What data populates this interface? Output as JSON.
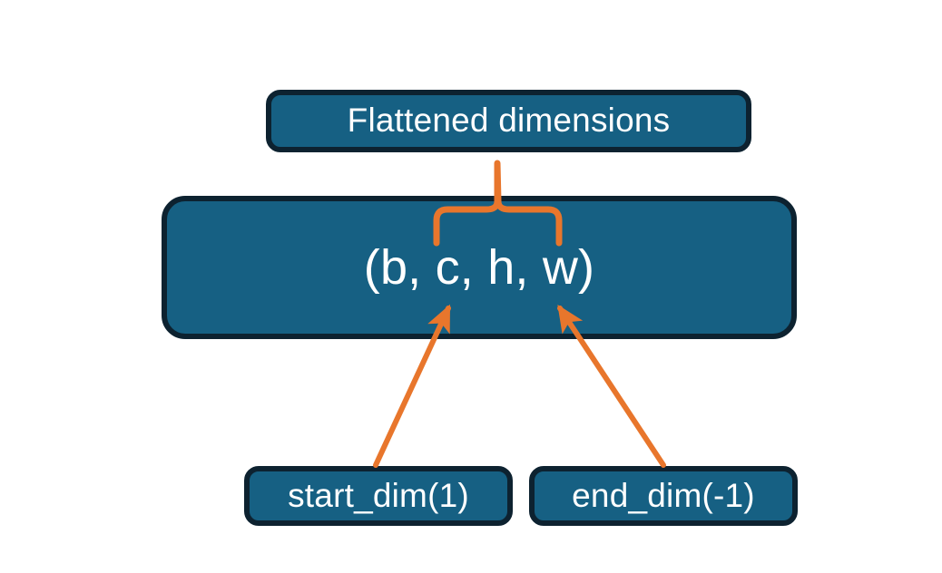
{
  "diagram": {
    "title_node": {
      "label": "Flattened dimensions"
    },
    "shape_node": {
      "label": "(b, c, h, w)"
    },
    "start_dim_node": {
      "label": "start_dim(1)"
    },
    "end_dim_node": {
      "label": "end_dim(-1)"
    },
    "colors": {
      "node_fill": "#166083",
      "node_border": "#0d2230",
      "node_text": "#ffffff",
      "connector": "#e8762c",
      "background": "#ffffff"
    },
    "connectors": {
      "brace": "curly-brace-spanning-c-h-w",
      "start_dim_arrow": "arrow-from-start-dim-to-c",
      "end_dim_arrow": "arrow-from-end-dim-to-w"
    }
  }
}
